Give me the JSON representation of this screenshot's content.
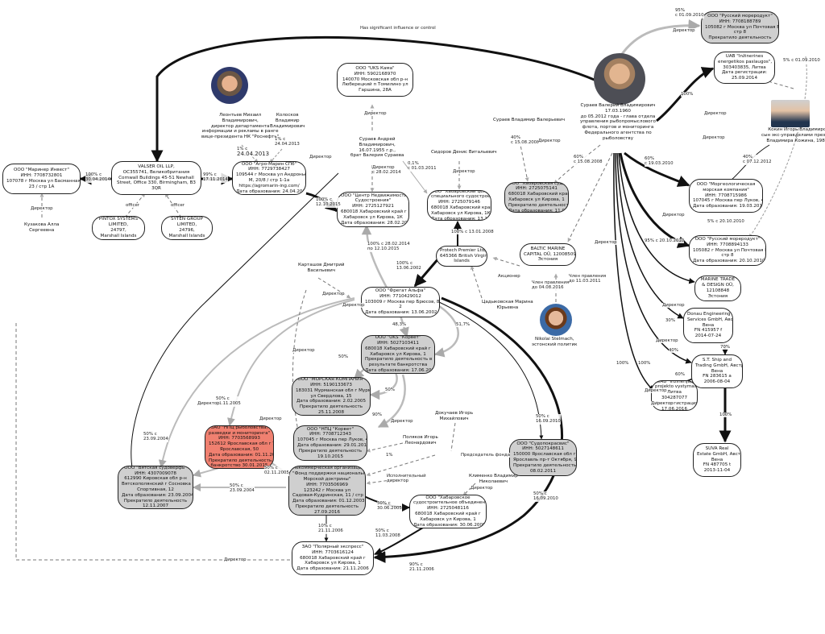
{
  "nodes": {
    "mariner_invest": [
      "ООО \"Маринер Инвест\"",
      "ИНН: 7708732801",
      "107078 г Москва ул Басманная Нов,",
      "23 / стр 1А"
    ],
    "valser": [
      "VALSER OIL LLP,",
      "OC355741, Великобритания",
      "Cornwall Buildings 45-51 Newhall",
      "Street, Office 330, Birmingham, B3",
      "3QR"
    ],
    "pintox": [
      "PINTOX SYSTEMS",
      "LIMITED,",
      "24797,",
      "Marshall Islands"
    ],
    "syten": [
      "SYTEN GROUP",
      "LIMITED,",
      "24796,",
      "Marshall Islands"
    ],
    "agro_marin": [
      "ООО \"Агро-Марин СПб\"",
      "ИНН: 7729738427",
      "109544 г Москва ул Андроньевская",
      "М, 20/8 / стр 1-1а",
      "https://agromarin-ing.com/",
      "Дата образования: 24.04.2013"
    ],
    "uks_kama": [
      "ООО \"UKS Кама\"",
      "ИНН: 5902168970",
      "140070 Московская обл р-н",
      "Люберецкий п Томилино ул",
      "Гаршина, 28А"
    ],
    "center_nedv": [
      "ООО \"Центр Недвижимости и",
      "Судостроения\"",
      "ИНН: 2725127921",
      "680018 Хабаровский край г",
      "Хабаровск ул Кирова, 1К",
      "Дата образования: 28.02.2014"
    ],
    "khab_center": [
      "ООО \"Хабаровский центр",
      "специального судостроения\"",
      "ИНН: 2725079146",
      "680018 Хабаровский край г",
      "Хабаровск ул Кирова, 1К",
      "Дата образования: 13.11.2008"
    ],
    "khab_sudoverf": [
      "ООО \"Хабаровская судоверфь\"",
      "ИНН: 2725075141",
      "680018 Хабаровский край г",
      "Хабаровск ул Кирова, 1",
      "Прекратило деятельность.",
      "Дата образования: 11.07.2008"
    ],
    "russkiy_moreprod_top": [
      "ООО \"Русский мореродукт\"",
      "ИНН: 7708188789",
      "105082 г Москва ул Почтовая Б, 34 /",
      "стр 8",
      "Прекратило деятельность"
    ],
    "uab_inzinerines": [
      "UAB \"Inžinerines",
      "energetikos paslaugos\",",
      "303403835, Литва",
      "Дата регистрации:",
      "25.09.2014"
    ],
    "morgeolog": [
      "ООО \"Моргеологическая",
      "морская компания\"",
      "ИНН: 7708715986",
      "107045 г Москва пер Луков, 4",
      "Дата образования: 19.03.2010"
    ],
    "russkiy_moreprod": [
      "ООО \"Русский мореродукт\"",
      "ИНН: 7708894133",
      "105082 г Москва ул Почтовая Б, 34 /",
      "стр 8",
      "Дата образования: 20.10.2010"
    ],
    "baltic_marine": [
      "BALTIC MARINE",
      "CAPITAL OÜ, 12008509,",
      "Эстония"
    ],
    "protech": [
      "Protech Premier Ltd,",
      "645366 British Virgin",
      "Islands"
    ],
    "marine_trade": [
      "MARINE TRADE",
      "& DESIGN OÜ,",
      "12108848",
      "Эстония"
    ],
    "donau": [
      "Donau Engineering",
      "Services GmbH, Австрия,",
      "Вена",
      "FN 415957 f",
      "2014-07-24"
    ],
    "st_ship": [
      "S.T. Ship and",
      "Trading GmbH, Австрия,",
      "Вена",
      "FN 283615 a",
      "2006-08-04"
    ],
    "uab_inzinerija": [
      "UAB \"Inžinerija,",
      "projekto vystymas\",",
      "Литва",
      "304287077",
      "Дата регистрации:",
      "17.06.2016"
    ],
    "suva": [
      "SUVA Real",
      "Estate GmbH, Австрия,",
      "Вена",
      "FN 487705 t",
      "2013-11-04"
    ],
    "fregat_alfa": [
      "ООО \"Фрегат Альфа\"",
      "ИНН: 7710429012",
      "103009 г Москва пер Брюсов, 8/10 /",
      "2",
      "Дата образования: 13.06.2002"
    ],
    "uks_korvet": [
      "ООО \"UKS \"Корвет\"",
      "ИНН: 5027103411",
      "680018 Хабаровский край г",
      "Хабаровск ул Кирова, 1",
      "Прекратило деятельность в",
      "результате банкротства",
      "Дата образования: 17.06.2004"
    ],
    "morskaya_komp": [
      "ООО \"МОРСКАЯ КОМПАНИЯ\"",
      "ИНН: 5190133673",
      "183031 Мурманская обл г Мурманск",
      "ул Свердлова, 15",
      "Дата образования: 2.02.2005",
      "Прекратило деятельность",
      "25.11.2008"
    ],
    "npc_korvet": [
      "ООО \"НПЦ \"Корвет\"",
      "ИНН: 7708712343",
      "107045 г Москва пер Луков, 4",
      "Дата образования: 29.01.2010",
      "Прекратило деятельность",
      "19.10.2015"
    ],
    "npts_rybolovstva": [
      "ЗАО \"НПЦ рыболовства,",
      "разведки и мониторинга\"",
      "ИНН: 7703568993",
      "152612 Ярославская обл г Углич ул",
      "Ярославская, 50",
      "Дата образования: 01.11.2005",
      "Прекратило деятельность,",
      "банкротство 30.01.2015"
    ],
    "vyatskaya": [
      "ООО \"Вятская судоверфь\"",
      "ИНН: 4307009078",
      "612990 Кировская обл р-н",
      "Вятскополянский г Сосновка ул",
      "Спортивная, 12",
      "Дата образования: 23.09.2004",
      "Прекратило деятельность",
      "12.11.2007"
    ],
    "fond": [
      "Некоммерческая организация",
      "\"Фонд поддержки национальной",
      "Морской доктрины\"",
      "ИНН: 7703506969",
      "123242 г Москва ул",
      "Садовая-Кудринская, 11 / стр 1",
      "Дата образования: 01.12.2003",
      "Прекратило деятельность",
      "27.09.2016"
    ],
    "sudopokrazhenie": [
      "ООО \"Судопокрасвис\"",
      "ИНН: 5027148611",
      "150000 Ярославская обл г",
      "Ярославль пр-т Октября, 94А",
      "Прекратило деятельность",
      "08.02.2011"
    ],
    "khab_obedinenie": [
      "ООО \"Хабаровское",
      "судостроительное объединение\"",
      "ИНН: 2725048116",
      "680018 Хабаровский край г",
      "Хабаровск ул Кирова, 1",
      "Дата образования: 30.06.2005"
    ],
    "polyarny": [
      "ЗАО \"Полярный экспресс\"",
      "ИНН: 7703616124",
      "680018 Хабаровский край г",
      "Хабаровск ул Кирова, 1",
      "Дата образования: 21.11.2006"
    ]
  },
  "persons": {
    "leontiev": [
      "Леонтьев Михаил",
      "Владимирович,",
      "директор департамента",
      "информации и рекламы в ранге",
      "вице-президента НК \"Роснефть\""
    ],
    "kolosov": [
      "Колосков",
      "Владимир",
      "Владимирович"
    ],
    "suraev_andrey": [
      "Сураев Андрей",
      "Владимирович,",
      "16.07.1955 г.р.,",
      "брат Валерия Сураева"
    ],
    "sydorov": [
      "Сидоров Денис Витальевич"
    ],
    "suraev_vladimir": [
      "Сураев Владимир Валерьевич"
    ],
    "suraev_valeriy": [
      "Сураев Валерий Владимирович",
      "17.03.1960",
      "до 05.2012 года - глава отдела",
      "управления рыбопромыслового",
      "флота, портов и мониторинга",
      "Федерального агентства по",
      "рыболовству"
    ],
    "kokin": [
      "Кокин Игорь Владимирович,",
      "сын экс-управделами президента",
      "Владимира Кожина, 1985 г.р."
    ],
    "kuzakova": [
      "Кузакова Алла",
      "Сергеевна"
    ],
    "kartashov": [
      "Карташов Дмитрий",
      "Васильевич"
    ],
    "tsadykovskaya": [
      "Цадыковская Марина",
      "Юрьевна"
    ],
    "shtelmakh": [
      "Nikolai Stelmach,",
      "эстонский политик"
    ],
    "dokuchaev": [
      "Докучаев Игорь",
      "Михайлович"
    ],
    "polyakov": [
      "Поляков Игорь",
      "Леонардович"
    ],
    "klimenko": [
      "Клименко Владимир",
      "Николаевич"
    ]
  },
  "edge_labels": {
    "significant": "Has significant influence or control",
    "e95": [
      "95%",
      "с 01.09.2010"
    ],
    "e5": "5% с 01.09.2010",
    "director_top": "Директор",
    "e100_mariner": [
      "100% с",
      "30.04.2014"
    ],
    "e99": [
      "99% с",
      "17.11.2014"
    ],
    "e1_leontiev": [
      "1% с",
      "24.04.2013"
    ],
    "e1_kolosov": [
      "1% с",
      "24.04.2013"
    ],
    "date_24": "24.04.2013",
    "director_kolosov": "Директор",
    "director_agro": "Директор",
    "e100_center": [
      "100% с",
      "12.10.2015"
    ],
    "director_andrey": [
      "Директор",
      "с 28.02.2014"
    ],
    "director_uks": "Директор",
    "e01": [
      "0,1%",
      "с 01.03.2011"
    ],
    "director_sydorov": "Директор",
    "e40": [
      "40%",
      "с 15.08.2008"
    ],
    "director_vladimir": "Директор",
    "e60": [
      "60%",
      "с 15.08.2008"
    ],
    "e100_uab": "100%",
    "director_uab": "Директор",
    "e40_kokin": [
      "40%",
      "с 07.12.2012"
    ],
    "e60_morgeo": [
      "60%",
      "с 19.03.2010"
    ],
    "e5_rusmoreprod": "5% с 20.10.2010",
    "e95_rusmoreprod": [
      "95% с 20.10.2010"
    ],
    "e100_protech": [
      "100% с 13.01.2008"
    ],
    "e100_fregat_center": [
      "100% с 28.02.2014",
      "по 12.10.2015"
    ],
    "e100_fregat": [
      "100% с",
      "13.06.2002"
    ],
    "director_kartashov": "Директор",
    "member_board": [
      "Член правления",
      "до 04.08.2016"
    ],
    "member_board2": [
      "Член правления",
      "до 11.03.2011"
    ],
    "shareholder": "Акционер",
    "e48": "48,3%",
    "e51": "51,7%",
    "e50_morskaya": "50%",
    "e50_korvet": "50%",
    "e90": "90%",
    "director_fond": "Директор",
    "e1": "1%",
    "e50_npts": [
      "50% с",
      "01.11.2005"
    ],
    "e50_vyatskaya": [
      "50% с",
      "23.09.2004"
    ],
    "e50_npts2": [
      "50% с",
      "02.11.2005"
    ],
    "e50_23": [
      "50% с",
      "23.09.2004"
    ],
    "e50_sudo": [
      "50% с",
      "16.09.2010"
    ],
    "e50_sudo2": [
      "50% с",
      "16.09.2010"
    ],
    "chairman": "Председатель фонда",
    "exec_director": [
      "Исполнительный",
      "директор"
    ],
    "e50_khab": [
      "50% с",
      "30.06.2005"
    ],
    "e10": [
      "10% с",
      "21.11.2006"
    ],
    "e50_polyarny": [
      "50% с",
      "11.03.2008"
    ],
    "e90_polyarny": [
      "90% с",
      "21.11.2006"
    ],
    "director_polyarny": "Директор",
    "director_left": "Директор",
    "director_kuzakova": "Директор",
    "officer1": "officer",
    "officer2": "officer",
    "e100_suva": "100%",
    "e70": "70%",
    "e40_st": "40%",
    "e60_st": "60%",
    "e30": "30%",
    "e100_st": "100%",
    "e100_donau": "100%",
    "director_marine": "Директор",
    "director_donau": "Директор",
    "director_st": "Директор",
    "director_uabinz": "Директор",
    "director_morgeo": "Директор",
    "director_rus": "Директор",
    "director_baltic": "Директор",
    "director_korvet": "Директор",
    "director_fregat": "Директор",
    "director_klimenko": "Директор",
    "director_khabob": "Директор",
    "director_vyat": "Директор",
    "director_ptz": "Директор"
  }
}
